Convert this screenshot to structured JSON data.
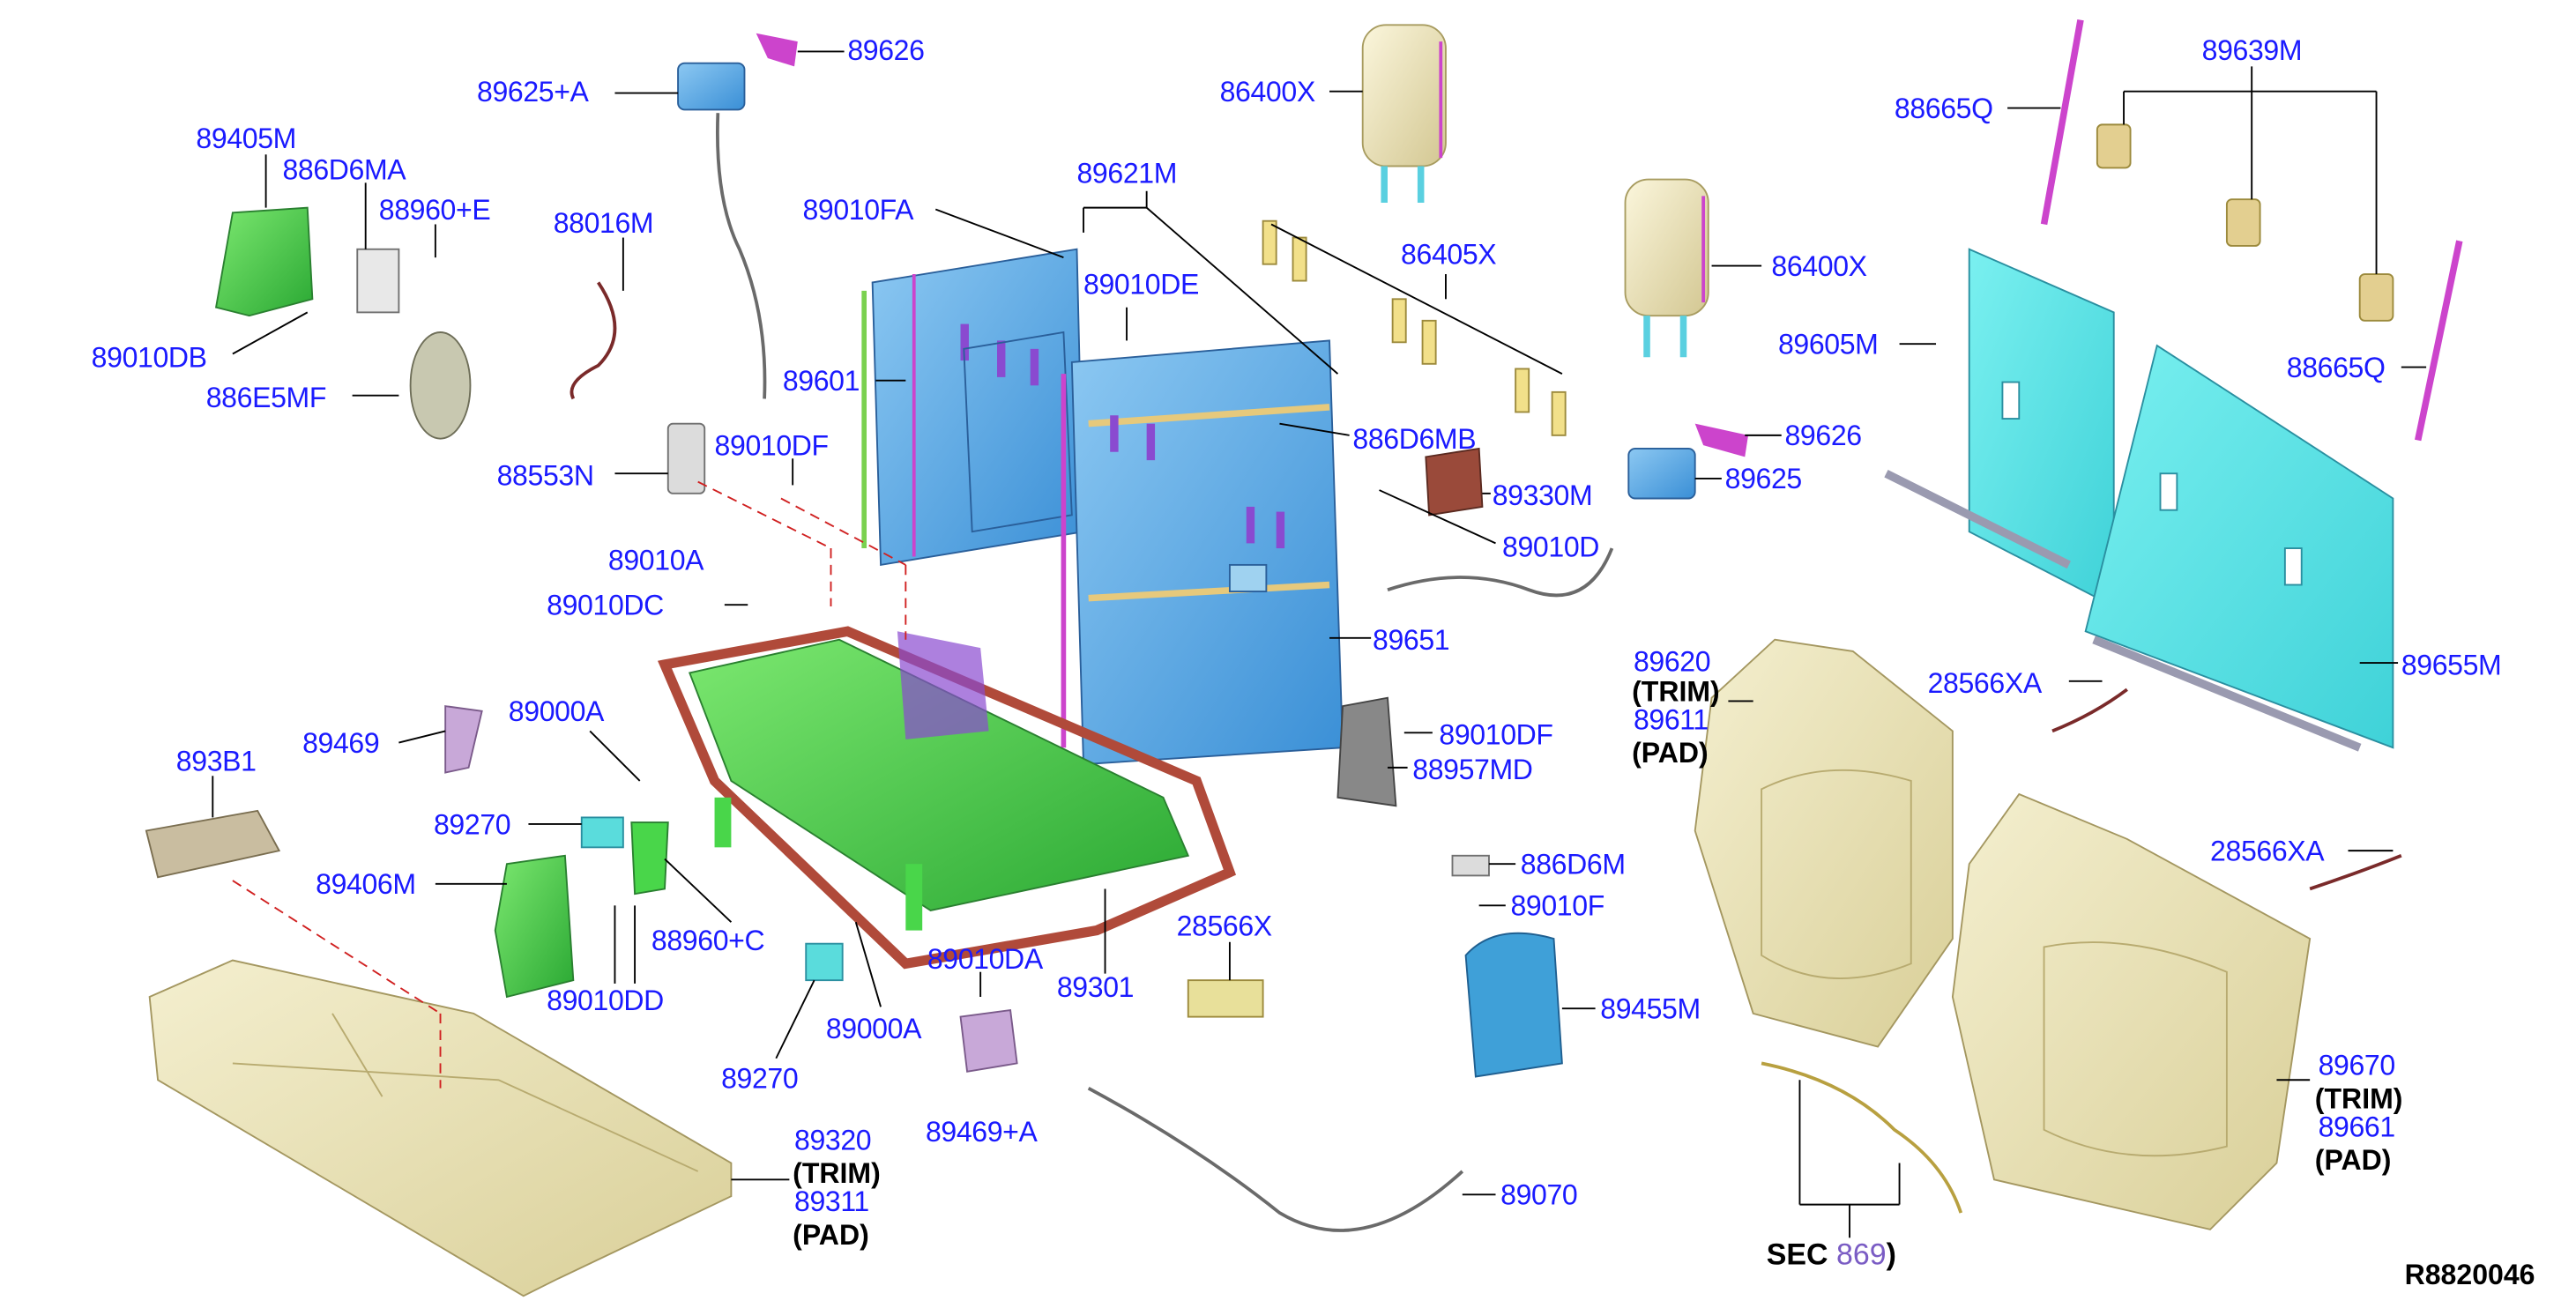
{
  "diagram": {
    "labels": [
      {
        "id": "l_89626_a",
        "text": "89626"
      },
      {
        "id": "l_89625a",
        "text": "89625+A"
      },
      {
        "id": "l_86400x_a",
        "text": "86400X"
      },
      {
        "id": "l_89639m",
        "text": "89639M"
      },
      {
        "id": "l_88665q_a",
        "text": "88665Q"
      },
      {
        "id": "l_89405m",
        "text": "89405M"
      },
      {
        "id": "l_886d6ma",
        "text": "886D6MA"
      },
      {
        "id": "l_88960e",
        "text": "88960+E"
      },
      {
        "id": "l_88016m",
        "text": "88016M"
      },
      {
        "id": "l_89621m",
        "text": "89621M"
      },
      {
        "id": "l_89010fa",
        "text": "89010FA"
      },
      {
        "id": "l_86405x",
        "text": "86405X"
      },
      {
        "id": "l_86400x_b",
        "text": "86400X"
      },
      {
        "id": "l_89010de",
        "text": "89010DE"
      },
      {
        "id": "l_89010db",
        "text": "89010DB"
      },
      {
        "id": "l_89605m",
        "text": "89605M"
      },
      {
        "id": "l_88665q_b",
        "text": "88665Q"
      },
      {
        "id": "l_886e5mf",
        "text": "886E5MF"
      },
      {
        "id": "l_89601",
        "text": "89601"
      },
      {
        "id": "l_886d6mb",
        "text": "886D6MB"
      },
      {
        "id": "l_89626_b",
        "text": "89626"
      },
      {
        "id": "l_89010df_a",
        "text": "89010DF"
      },
      {
        "id": "l_88553n",
        "text": "88553N"
      },
      {
        "id": "l_89330m",
        "text": "89330M"
      },
      {
        "id": "l_89625",
        "text": "89625"
      },
      {
        "id": "l_89010d",
        "text": "89010D"
      },
      {
        "id": "l_89010a",
        "text": "89010A"
      },
      {
        "id": "l_89010dc",
        "text": "89010DC"
      },
      {
        "id": "l_89651",
        "text": "89651"
      },
      {
        "id": "l_89620",
        "text": "89620"
      },
      {
        "id": "l_89655m",
        "text": "89655M"
      },
      {
        "id": "l_28566xa_a",
        "text": "28566XA"
      },
      {
        "id": "l_89611",
        "text": "89611"
      },
      {
        "id": "l_89000a_a",
        "text": "89000A"
      },
      {
        "id": "l_89010df_b",
        "text": "89010DF"
      },
      {
        "id": "l_89469",
        "text": "89469"
      },
      {
        "id": "l_88957md",
        "text": "88957MD"
      },
      {
        "id": "l_893b1",
        "text": "893B1"
      },
      {
        "id": "l_89270_a",
        "text": "89270"
      },
      {
        "id": "l_28566xa_b",
        "text": "28566XA"
      },
      {
        "id": "l_886d6m",
        "text": "886D6M"
      },
      {
        "id": "l_89406m",
        "text": "89406M"
      },
      {
        "id": "l_89010f",
        "text": "89010F"
      },
      {
        "id": "l_28566x",
        "text": "28566X"
      },
      {
        "id": "l_88960c",
        "text": "88960+C"
      },
      {
        "id": "l_89010da",
        "text": "89010DA"
      },
      {
        "id": "l_89010dd",
        "text": "89010DD"
      },
      {
        "id": "l_89301",
        "text": "89301"
      },
      {
        "id": "l_89455m",
        "text": "89455M"
      },
      {
        "id": "l_89000a_b",
        "text": "89000A"
      },
      {
        "id": "l_89670",
        "text": "89670"
      },
      {
        "id": "l_89270_b",
        "text": "89270"
      },
      {
        "id": "l_89661",
        "text": "89661"
      },
      {
        "id": "l_89469a",
        "text": "89469+A"
      },
      {
        "id": "l_89320",
        "text": "89320"
      },
      {
        "id": "l_89311",
        "text": "89311"
      },
      {
        "id": "l_89070",
        "text": "89070"
      }
    ],
    "notes": {
      "trim_a": "(TRIM)",
      "pad_a": "(PAD)",
      "trim_b": "(TRIM)",
      "pad_b": "(PAD)",
      "trim_c": "(TRIM)",
      "pad_c": "(PAD)"
    },
    "sec_prefix": "SEC ",
    "sec_link": "869",
    "sec_suffix": ")",
    "reference_code": "R8820046"
  },
  "colors": {
    "label": "#1a1aff",
    "leader": "#000000",
    "pad_beige": "#e9e2b4",
    "frame_blue": "#4fa8e8",
    "pan_green": "#49d64a",
    "panel_cyan": "#4fe3e3",
    "magenta": "#cc44cc",
    "guide_red": "#d02020"
  }
}
